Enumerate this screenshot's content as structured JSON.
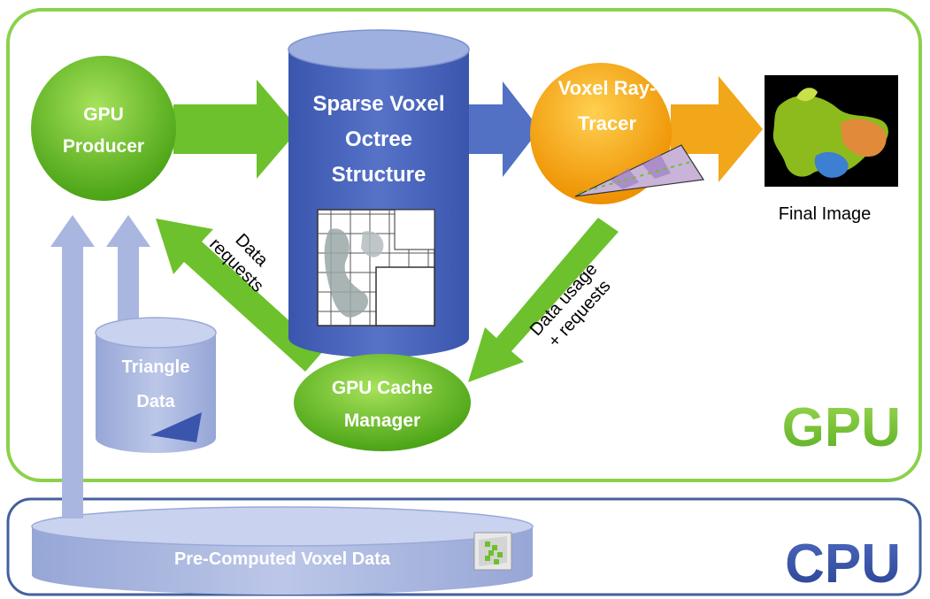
{
  "nodes": {
    "gpu_producer": [
      "GPU",
      "Producer"
    ],
    "svo": [
      "Sparse Voxel",
      "Octree",
      "Structure"
    ],
    "raytracer": [
      "Voxel Ray-",
      "Tracer"
    ],
    "cache_manager": [
      "GPU Cache",
      "Manager"
    ],
    "triangle_data": [
      "Triangle",
      "Data"
    ],
    "precomputed": "Pre-Computed Voxel Data",
    "final_image": "Final Image"
  },
  "edges": {
    "data_requests": [
      "Data",
      "requests"
    ],
    "data_usage": [
      "Data usage",
      "+ requests"
    ]
  },
  "regions": {
    "gpu": "GPU",
    "cpu": "CPU"
  },
  "colors": {
    "green": "#6cc12c",
    "blue": "#3f5db4",
    "orange": "#f2a61a",
    "light_blue": "#a9b6df",
    "gpu_text": "#74c43a",
    "cpu_text": "#3650a8"
  }
}
